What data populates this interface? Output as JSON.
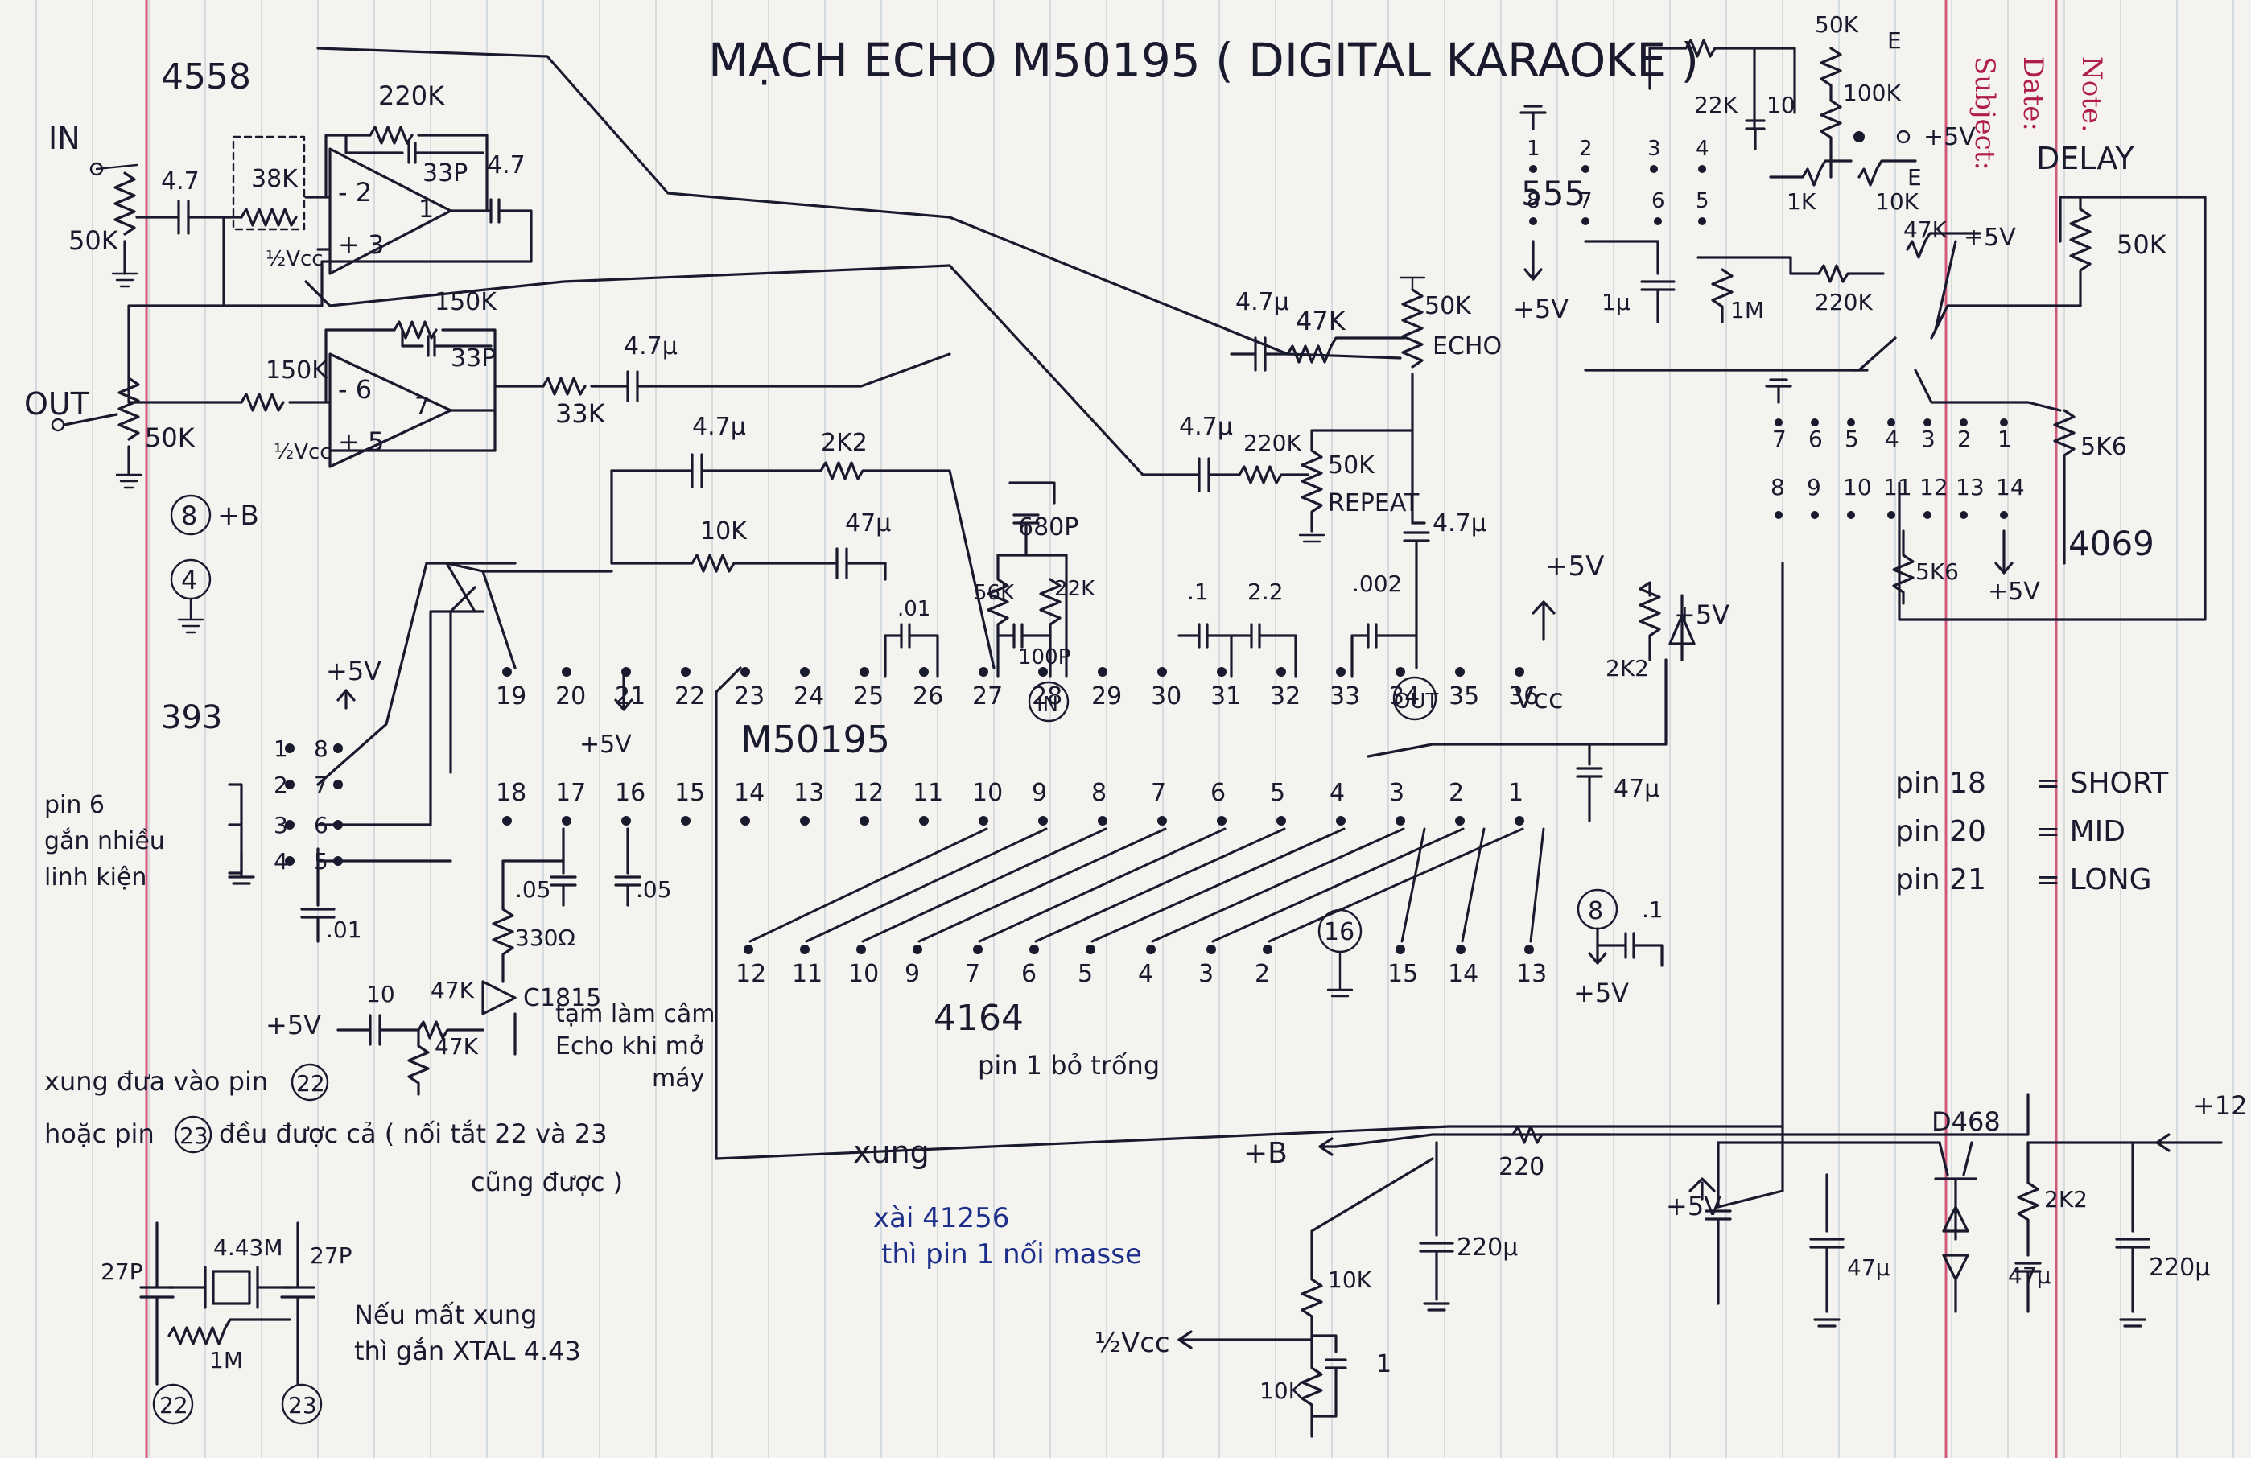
{
  "title": "MẠCH ECHO M50195 ( DIGITAL KARAOKE )",
  "margin_notes": [
    "Note.",
    "Date:",
    "Subject:"
  ],
  "ic_names": {
    "opamp": "4558",
    "main": "M50195",
    "ram": "4164",
    "osc": "555",
    "inverter": "4069",
    "comparator": "393"
  },
  "terminals": {
    "in": "IN",
    "out": "OUT",
    "pin_in": "IN",
    "pin_out": "OUT",
    "plus_b": "+B",
    "vcc": "Vcc",
    "half_vcc": "½Vcc",
    "plus_5v": "+5V",
    "plus_12": "+12",
    "delay": "DELAY",
    "xung": "xung"
  },
  "pots": {
    "echo": "ECHO",
    "repeat": "REPEAT",
    "delay": "DELAY"
  },
  "components": {
    "in_pot": "50K",
    "in_cap": "4.7",
    "r38k": "38K",
    "r220k": "220K",
    "c33p_top": "33P",
    "out_cap_top": "4.7",
    "r150k_fb": "150K",
    "r150k_in": "150K",
    "c33p_bot": "33P",
    "out_pot": "50K",
    "r33k": "33K",
    "c4u7_b": "4.7µ",
    "c4u7_echo": "4.7µ",
    "r47k_echo": "47K",
    "pot_echo": "50K",
    "c4u7_rep": "4.7µ",
    "r220k_rep": "220K",
    "pot_rep": "50K",
    "c4u7_out": "4.7µ",
    "c4u7_a": "4.7µ",
    "r2k2_a": "2K2",
    "r10k_a": "10K",
    "c47u_a": "47µ",
    "c680p": "680P",
    "r56k": "56K",
    "r22k": "22K",
    "c100p": "100P",
    "c01_a": ".01",
    "c01_b": ".1",
    "c2u2": "2.2",
    "c002": ".002",
    "r2k2_p1": "2K2",
    "c47u_p1": "47µ",
    "c01_393": ".01",
    "c05_a": ".05",
    "c05_b": ".05",
    "r330": "330Ω",
    "c10_tr": "10",
    "r47k_tr": "47K",
    "r47k_tr2": "47K",
    "transistor": "C1815",
    "xtal": "4.43M",
    "c27p_l": "27P",
    "c27p_r": "27P",
    "r1m_xtal": "1M",
    "c01_8": ".1",
    "r50k_555": "50K",
    "r100k_555": "100K",
    "r22k_555": "22K",
    "c10_555": "10",
    "r1k_555": "1K",
    "r10k_555": "10K",
    "c1u_555": "1µ",
    "r1m_555": "1M",
    "r220k_555": "220K",
    "r47k_555": "47K",
    "r5k6_a": "5K6",
    "r5k6_b": "5K6",
    "r220_pwr": "220",
    "c220u_a": "220µ",
    "r10k_div": "10K",
    "r10k_div2": "10K",
    "c1_div": "1",
    "transistor_pwr": "D468",
    "r2k2_pwr": "2K2",
    "c47u_p_a": "47µ",
    "c47u_p_b": "47µ",
    "c220u_b": "220µ",
    "e_labels": "E"
  },
  "pins": {
    "m50195_top": [
      "19",
      "20",
      "21",
      "22",
      "23",
      "24",
      "25",
      "26",
      "27",
      "28",
      "29",
      "30",
      "31",
      "32",
      "33",
      "34",
      "35",
      "36"
    ],
    "m50195_bot": [
      "18",
      "17",
      "16",
      "15",
      "14",
      "13",
      "12",
      "11",
      "10",
      "9",
      "8",
      "7",
      "6",
      "5",
      "4",
      "3",
      "2",
      "1"
    ],
    "ram_bottom": [
      "12",
      "11",
      "10",
      "9",
      "7",
      "6",
      "5",
      "4",
      "3",
      "2",
      "16",
      "15",
      "14",
      "13",
      "8"
    ],
    "opamp1": [
      "2",
      "3",
      "1"
    ],
    "opamp2": [
      "6",
      "5",
      "7"
    ],
    "comparator": [
      "1",
      "2",
      "3",
      "4",
      "8",
      "7",
      "6",
      "5"
    ],
    "timer": [
      "1",
      "2",
      "3",
      "4",
      "5",
      "6",
      "7",
      "8"
    ],
    "inverter_top": [
      "7",
      "6",
      "5",
      "4",
      "3",
      "2",
      "1"
    ],
    "inverter_bot": [
      "8",
      "9",
      "10",
      "11",
      "12",
      "13",
      "14"
    ],
    "circled": [
      "8",
      "4",
      "16",
      "8",
      "22",
      "23"
    ]
  },
  "notes": {
    "pin6_note": [
      "pin 6",
      "gắn nhiều",
      "linh kiện"
    ],
    "transistor_note": [
      "tạm làm câm",
      "Echo khi mở",
      "máy"
    ],
    "pulse_note_1": "xung đưa vào pin",
    "pulse_note_2": "hoặc pin",
    "pulse_note_3": "đều được cả ( nối tắt 22 và 23",
    "pulse_note_4": "cũng được )",
    "xtal_note_1": "Nếu mất xung",
    "xtal_note_2": "thì gắn XTAL 4.43",
    "ram_note": "pin 1 bỏ trống",
    "blue_note_1": "xài 41256",
    "blue_note_2": "thì pin 1 nối masse"
  },
  "legend": [
    {
      "pin": "pin 18",
      "value": "= SHORT"
    },
    {
      "pin": "pin 20",
      "value": "= MID"
    },
    {
      "pin": "pin 21",
      "value": "= LONG"
    }
  ],
  "colors": {
    "ink": "#1a1a2e",
    "paper": "#f5f3ef",
    "rule": "#b9c6cf",
    "margin": "#d15a7a",
    "blue_ink": "#1b2e8a"
  }
}
